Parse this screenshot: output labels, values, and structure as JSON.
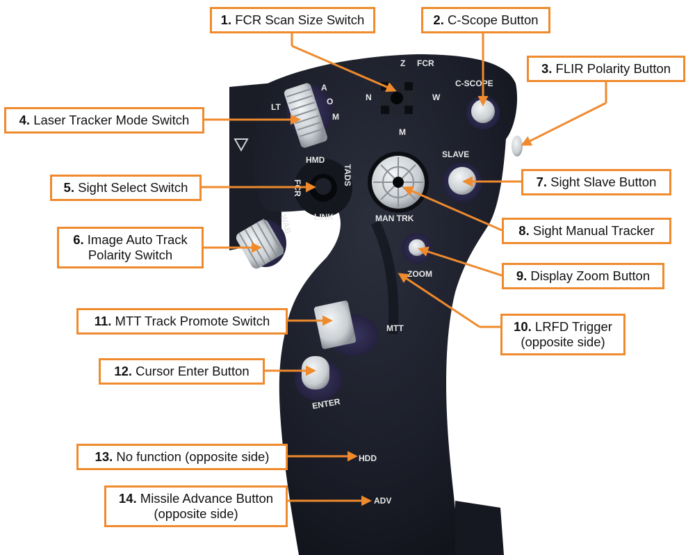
{
  "callouts": [
    {
      "num": "1.",
      "text": "FCR Scan Size Switch",
      "text2": ""
    },
    {
      "num": "2.",
      "text": "C-Scope Button",
      "text2": ""
    },
    {
      "num": "3.",
      "text": "FLIR Polarity Button",
      "text2": ""
    },
    {
      "num": "4.",
      "text": "Laser Tracker Mode Switch",
      "text2": ""
    },
    {
      "num": "5.",
      "text": "Sight Select Switch",
      "text2": ""
    },
    {
      "num": "6.",
      "text": "Image Auto Track",
      "text2": "Polarity Switch"
    },
    {
      "num": "7.",
      "text": "Sight Slave Button",
      "text2": ""
    },
    {
      "num": "8.",
      "text": "Sight Manual Tracker",
      "text2": ""
    },
    {
      "num": "9.",
      "text": "Display Zoom Button",
      "text2": ""
    },
    {
      "num": "10.",
      "text": "LRFD Trigger",
      "text2": "(opposite side)"
    },
    {
      "num": "11.",
      "text": "MTT Track Promote Switch",
      "text2": ""
    },
    {
      "num": "12.",
      "text": "Cursor Enter Button",
      "text2": ""
    },
    {
      "num": "13.",
      "text": "No function (opposite side)",
      "text2": ""
    },
    {
      "num": "14.",
      "text": "Missile Advance Button",
      "text2": "(opposite side)"
    }
  ],
  "panel_labels": {
    "fcr": "FCR",
    "z": "Z",
    "n": "N",
    "w": "W",
    "m": "M",
    "cscope": "C-SCOPE",
    "lt": "LT",
    "a": "A",
    "o": "O",
    "m2": "M",
    "hmd": "HMD",
    "tads": "TADS",
    "fcr2": "FCR",
    "link": "LINK",
    "slave": "SLAVE",
    "mantrk": "MAN TRK",
    "wab": "WAB",
    "zoom": "ZOOM",
    "mtt": "MTT",
    "enter": "ENTER",
    "hdd": "HDD",
    "adv": "ADV"
  },
  "colors": {
    "callout_border": "#ef8a2d",
    "arrow": "#ef8a2d",
    "grip_body": "#1c1f2a",
    "button_light": "#d9dde0"
  }
}
